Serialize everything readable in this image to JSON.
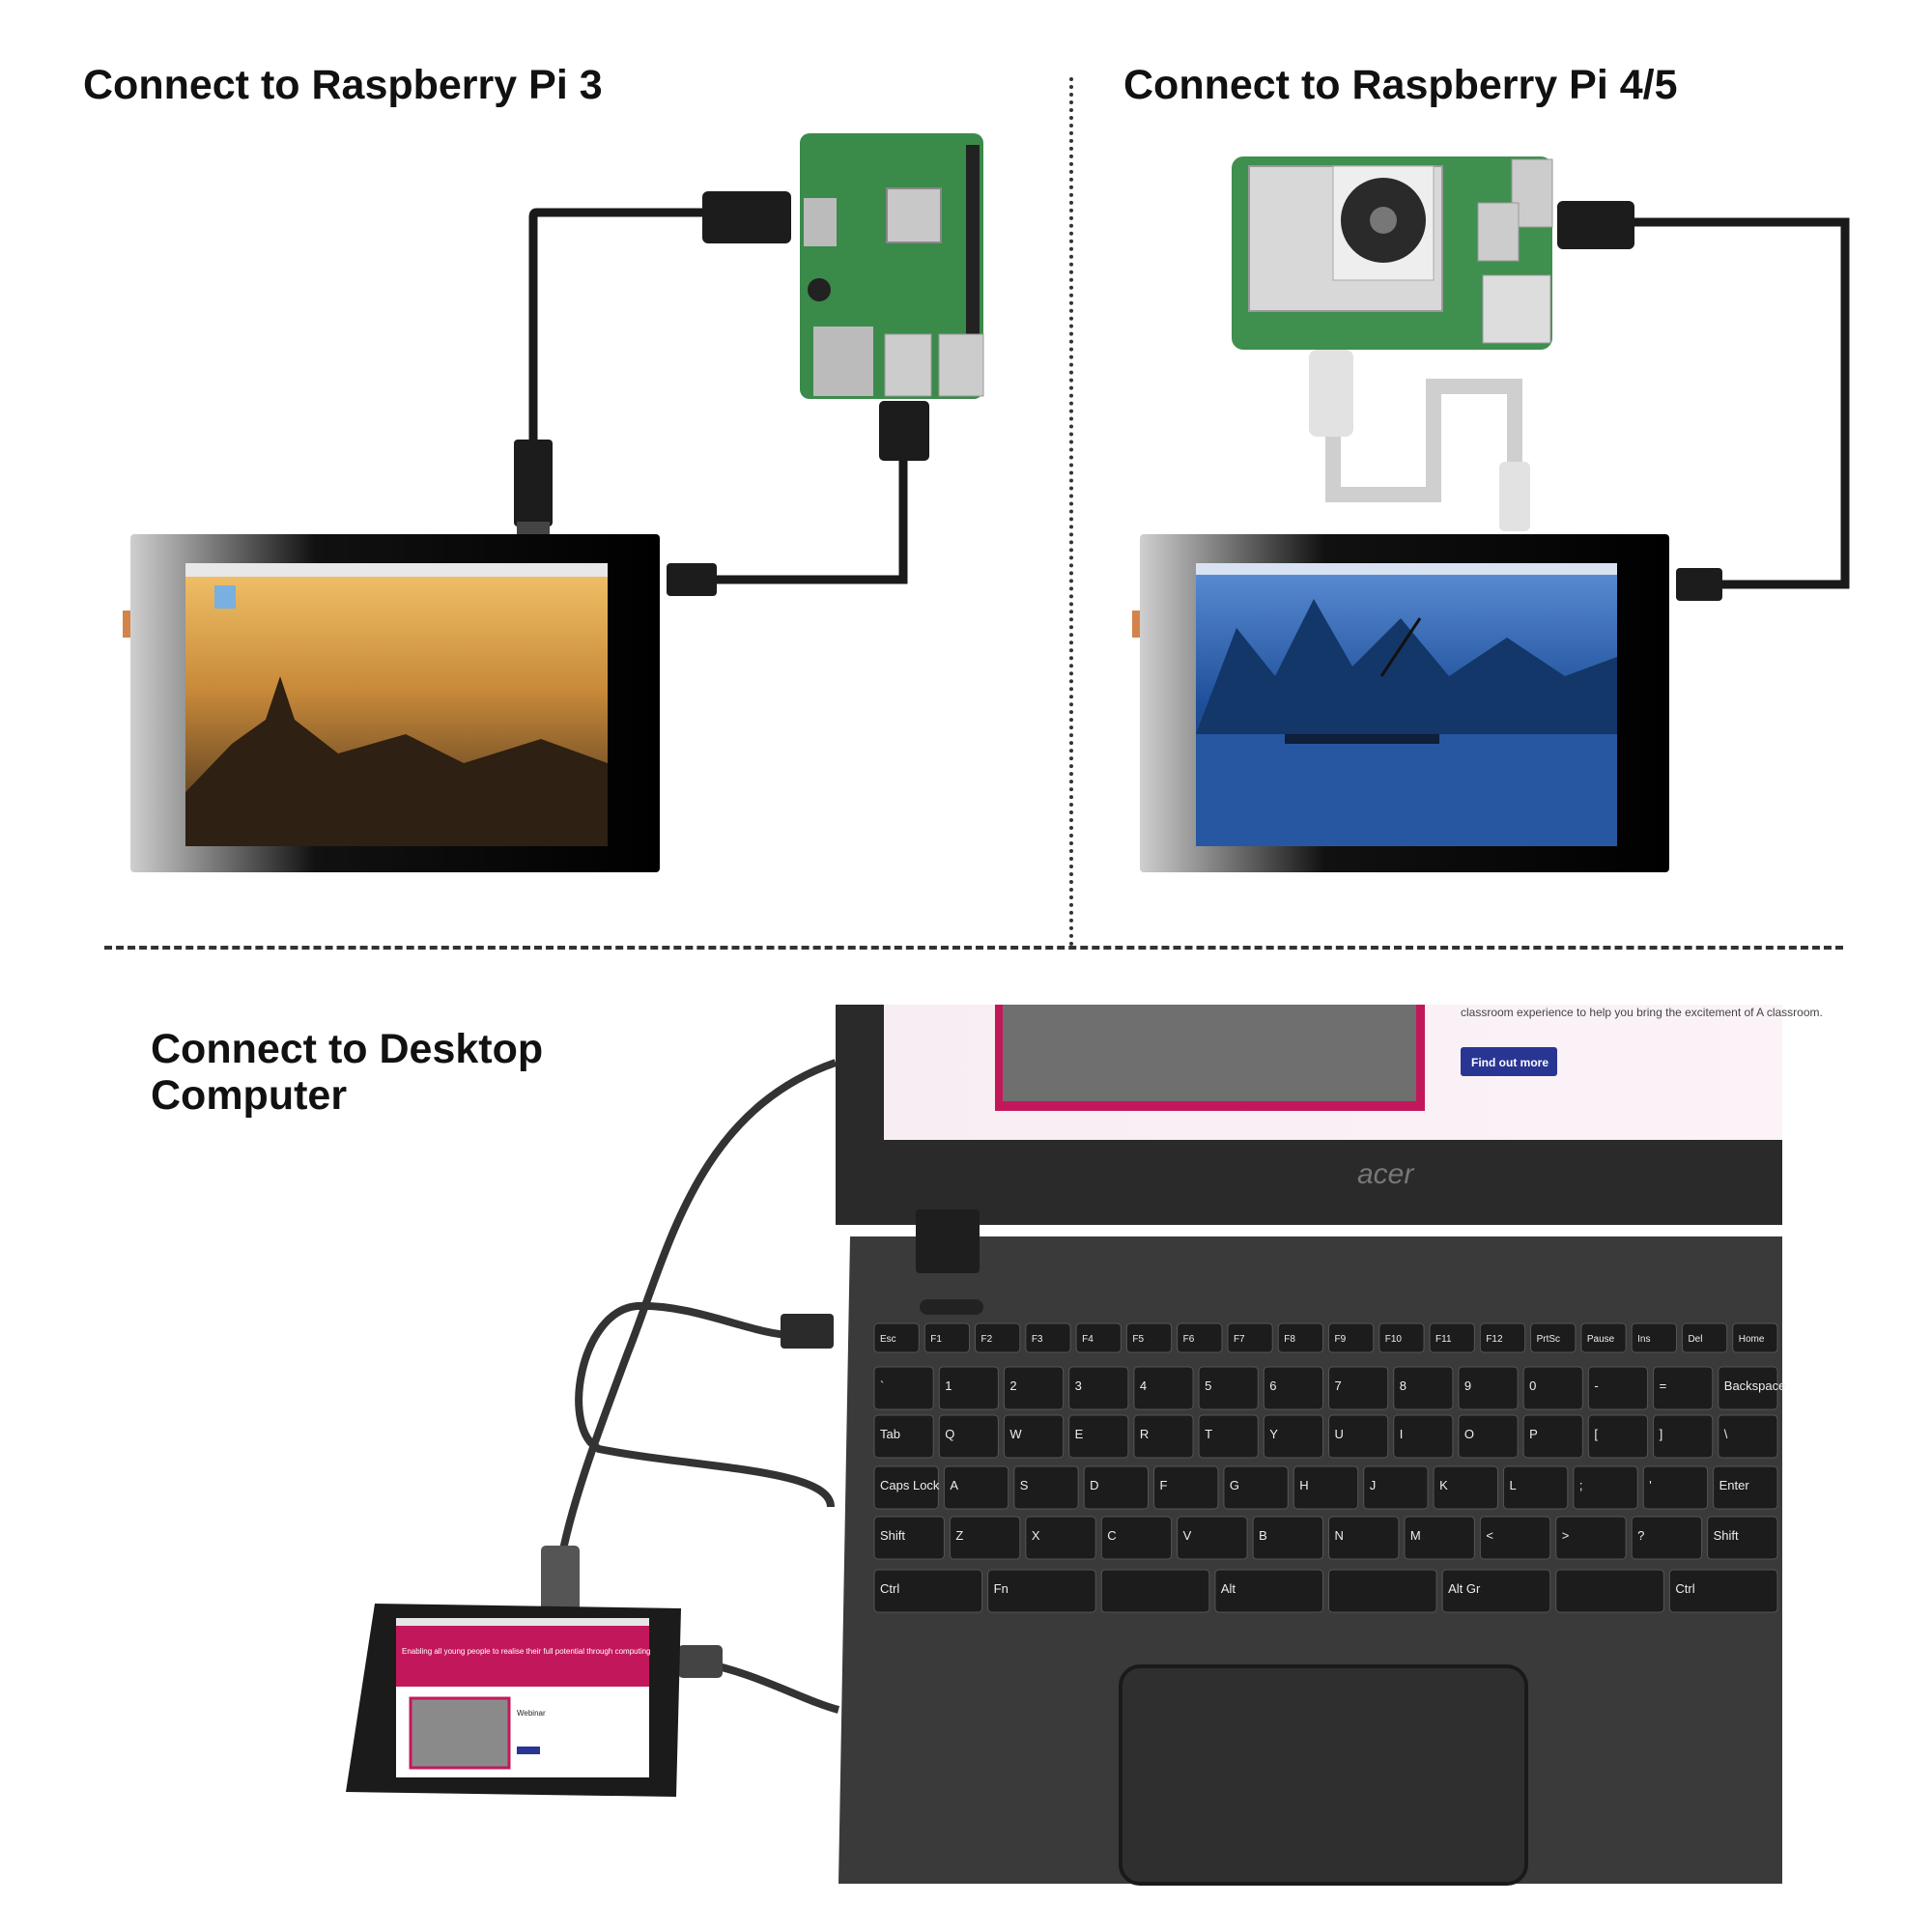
{
  "sections": {
    "pi3": {
      "title": "Connect to Raspberry Pi 3"
    },
    "pi45": {
      "title": "Connect to Raspberry Pi 4/5"
    },
    "desktop": {
      "title": "Connect to Desktop Computer"
    }
  },
  "laptop": {
    "brand": "acer",
    "screen_text": "classroom experience to help you bring the excitement of A classroom.",
    "screen_button": "Find out more",
    "keys": {
      "row0": [
        "Esc",
        "F1",
        "F2",
        "F3",
        "F4",
        "F5",
        "F6",
        "F7",
        "F8",
        "F9",
        "F10",
        "F11",
        "F12",
        "PrtSc",
        "Pause",
        "Ins",
        "Del",
        "Home"
      ],
      "row1": [
        "`",
        "1",
        "2",
        "3",
        "4",
        "5",
        "6",
        "7",
        "8",
        "9",
        "0",
        "-",
        "=",
        "Backspace"
      ],
      "row2": [
        "Tab",
        "Q",
        "W",
        "E",
        "R",
        "T",
        "Y",
        "U",
        "I",
        "O",
        "P",
        "[",
        "]",
        "\\"
      ],
      "row3": [
        "Caps Lock",
        "A",
        "S",
        "D",
        "F",
        "G",
        "H",
        "J",
        "K",
        "L",
        ";",
        "'",
        "Enter"
      ],
      "row4": [
        "Shift",
        "Z",
        "X",
        "C",
        "V",
        "B",
        "N",
        "M",
        "<",
        ">",
        "?",
        "Shift"
      ],
      "row5": [
        "Ctrl",
        "Fn",
        "",
        "Alt",
        "",
        "Alt Gr",
        "",
        "Ctrl"
      ]
    }
  },
  "small_screen": {
    "headline": "Enabling all young people to realise their full potential through computing",
    "subhead": "Webinar"
  },
  "colors": {
    "cable": "#1a1a1a",
    "cable_white": "#d0d0d0",
    "pcb": "#3a8a4a",
    "web_magenta": "#c2185b",
    "button_blue": "#283593"
  }
}
